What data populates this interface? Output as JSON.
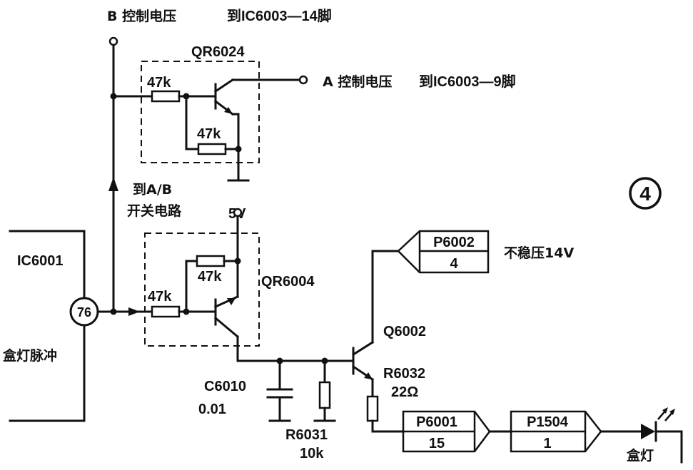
{
  "labels": {
    "b_control": "B 控制电压",
    "b_to": "到IC6003—14脚",
    "a_control": "A 控制电压",
    "a_to": "到IC6003—9脚",
    "to_ab": "到A/B",
    "switch_circuit": "开关电路",
    "ic6001": "IC6001",
    "box_light_pulse": "盒灯脉冲",
    "pin76": "76",
    "v5": "5V",
    "unregulated": "不稳压14V",
    "box_light": "盒灯",
    "figure_no": "4"
  },
  "components": {
    "qr6024": "QR6024",
    "qr6024_r1": "47k",
    "qr6024_r2": "47k",
    "qr6004": "QR6004",
    "qr6004_r1": "47k",
    "qr6004_r2": "47k",
    "q6002": "Q6002",
    "c6010_name": "C6010",
    "c6010_val": "0.01",
    "r6031_name": "R6031",
    "r6031_val": "10k",
    "r6032_name": "R6032",
    "r6032_val": "22Ω"
  },
  "connectors": {
    "p6002_name": "P6002",
    "p6002_pin": "4",
    "p6001_name": "P6001",
    "p6001_pin": "15",
    "p1504_name": "P1504",
    "p1504_pin": "1"
  }
}
